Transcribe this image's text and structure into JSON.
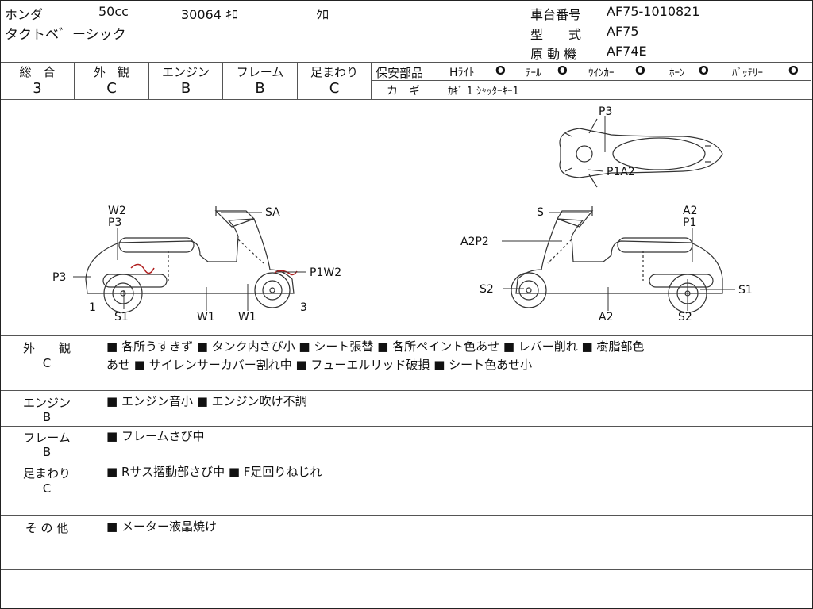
{
  "header": {
    "maker": "ホンダ",
    "displacement": "50cc",
    "mileage": "30064 ｷﾛ",
    "color": "ｸﾛ",
    "model_name": "タクトベ゛ーシック",
    "frame_label": "車台番号",
    "frame_no": "AF75-1010821",
    "type_label": "型　　式",
    "type_value": "AF75",
    "engine_label": "原 動 機",
    "engine_value": "AF74E"
  },
  "grades": [
    {
      "label": "総　合",
      "value": "3"
    },
    {
      "label": "外　観",
      "value": "C"
    },
    {
      "label": "エンジン",
      "value": "B"
    },
    {
      "label": "フレーム",
      "value": "B"
    },
    {
      "label": "足まわり",
      "value": "C"
    }
  ],
  "safety": {
    "title": "保安部品",
    "items": [
      {
        "label": "Hﾗｲﾄ",
        "status": "O"
      },
      {
        "label": "ﾃｰﾙ",
        "status": "O"
      },
      {
        "label": "ｳｲﾝｶｰ",
        "status": "O"
      },
      {
        "label": "ﾎｰﾝ",
        "status": "O"
      },
      {
        "label": "ﾊﾞｯﾃﾘｰ",
        "status": "O"
      }
    ],
    "key_label": "カ　ギ",
    "key_value": "ｶｷﾞ 1 ｼｬｯﾀｰｷｰ1"
  },
  "diagram_labels": {
    "left_w2": "W2",
    "left_p3_top": "P3",
    "left_sa": "SA",
    "left_p3_rear": "P3",
    "left_p1w2": "P1W2",
    "left_1": "1",
    "left_s1": "S1",
    "left_w1_a": "W1",
    "left_w1_b": "W1",
    "left_3": "3",
    "top_p3": "P3",
    "top_p1a2": "P1A2",
    "right_s": "S",
    "right_a2p2": "A2P2",
    "right_a2": "A2",
    "right_p1": "P1",
    "right_s2_a": "S2",
    "right_s1": "S1",
    "right_a2_b": "A2",
    "right_s2_b": "S2"
  },
  "sections": [
    {
      "label": "外　　観",
      "grade": "C",
      "lines": [
        "■ 各所うすきず ■ タンク内さび小 ■ シート張替 ■ 各所ペイント色あせ ■ レバー削れ ■ 樹脂部色",
        "あせ ■ サイレンサーカバー割れ中 ■ フューエルリッド破損 ■ シート色あせ小"
      ]
    },
    {
      "label": "エンジン",
      "grade": "B",
      "lines": [
        "■ エンジン音小 ■ エンジン吹け不調"
      ]
    },
    {
      "label": "フレーム",
      "grade": "B",
      "lines": [
        "■ フレームさび中"
      ]
    },
    {
      "label": "足まわり",
      "grade": "C",
      "lines": [
        "■ Rサス摺動部さび中 ■ F足回りねじれ"
      ]
    },
    {
      "label": "そ の 他",
      "grade": "",
      "lines": [
        "■ メーター液晶焼け"
      ]
    }
  ],
  "colors": {
    "border": "#222222",
    "mark": "#b02020"
  }
}
